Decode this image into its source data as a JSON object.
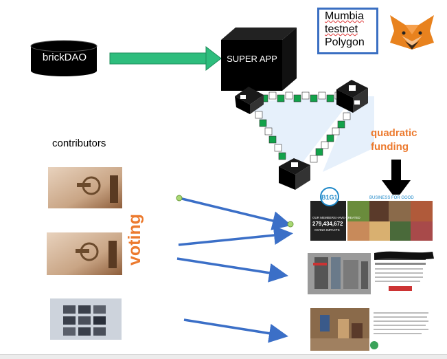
{
  "nodes": {
    "brickdao": "brickDAO",
    "super_app": "SUPER APP",
    "network_lines": [
      "Mumbia",
      "testnet",
      "Polygon"
    ],
    "contributors": "contributors",
    "quadratic_funding": [
      "quadratic",
      "funding"
    ],
    "voting": "voting"
  },
  "projects": {
    "b1g1": {
      "brand": "B1G1",
      "tagline": "BUSINESS FOR GOOD",
      "stat_caption": "OUR MEMBERS HAVE CREATED",
      "stat_value": "279,434,672",
      "stat_sub": "GIVING IMPACTS"
    }
  },
  "colors": {
    "flow_arrow": "#2ebd7d",
    "vote_arrow": "#3b6fc7",
    "accent_orange": "#ec7a2e",
    "network_border": "#3a6fc2",
    "chain_green": "#12a24a"
  },
  "icons": [
    "database-icon",
    "cube-icon",
    "fox-icon",
    "key-icon"
  ]
}
